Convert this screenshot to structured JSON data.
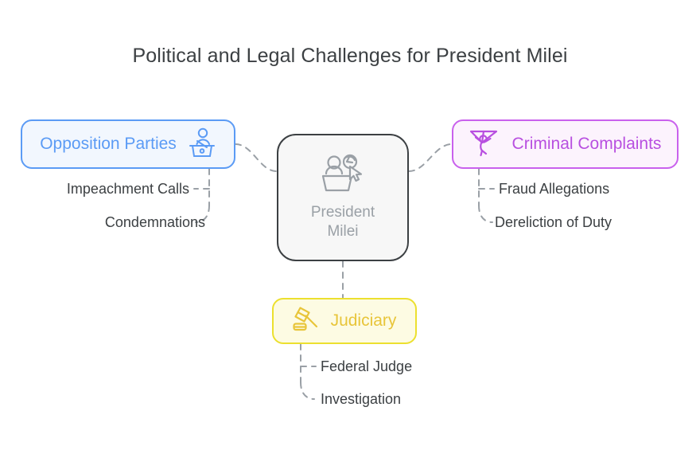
{
  "page": {
    "title": "Political and Legal Challenges for President Milei",
    "background_color": "#ffffff"
  },
  "center_node": {
    "label_line1": "President",
    "label_line2": "Milei",
    "icon": "people-podium-cursor-icon",
    "border_color": "#3c4043",
    "fill_color": "#f7f7f7",
    "text_color": "#9aa0a6"
  },
  "branches": [
    {
      "id": "opposition",
      "label": "Opposition Parties",
      "icon": "speaker-podium-icon",
      "accent_color": "#5b9bf5",
      "fill_color": "#f2f7fe",
      "position": "left",
      "children": [
        {
          "id": "impeachment",
          "label": "Impeachment Calls"
        },
        {
          "id": "condemnations",
          "label": "Condemnations"
        }
      ]
    },
    {
      "id": "criminal",
      "label": "Criminal Complaints",
      "icon": "hang-glider-icon",
      "accent_color": "#b84fe0",
      "border_color": "#c961ed",
      "fill_color": "#fcf3fd",
      "position": "right",
      "children": [
        {
          "id": "fraud",
          "label": "Fraud Allegations"
        },
        {
          "id": "dereliction",
          "label": "Dereliction of Duty"
        }
      ]
    },
    {
      "id": "judiciary",
      "label": "Judiciary",
      "icon": "gavel-icon",
      "accent_color": "#e8c53a",
      "border_color": "#ece02f",
      "fill_color": "#fdfbe3",
      "position": "bottom",
      "children": [
        {
          "id": "federaljudge",
          "label": "Federal Judge"
        },
        {
          "id": "investigation",
          "label": "Investigation"
        }
      ]
    }
  ],
  "connectors": {
    "style": "dashed",
    "color": "#9aa0a6"
  }
}
